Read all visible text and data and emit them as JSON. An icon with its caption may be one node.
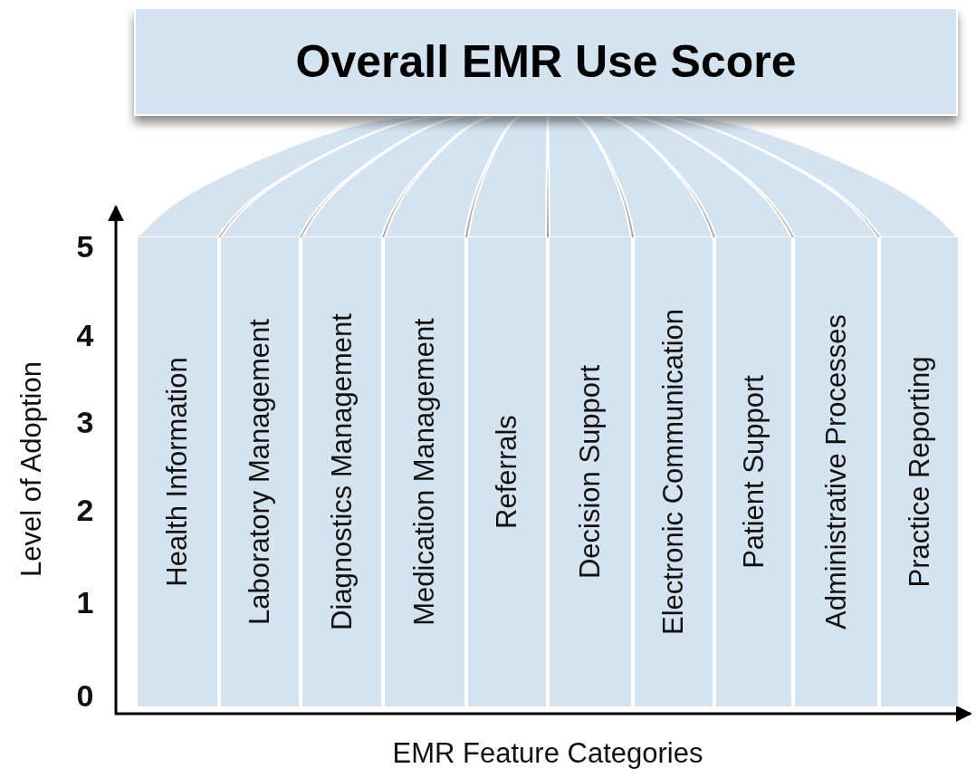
{
  "diagram": {
    "nodes": [
      {
        "text": [
          "Overall EMR Use Score"
        ]
      },
      {
        "text": [
          "Health Information"
        ]
      },
      {
        "text": [
          "Laboratory Management"
        ]
      },
      {
        "text": [
          "Diagnostics Management"
        ]
      },
      {
        "text": [
          "Medication Management"
        ]
      },
      {
        "text": [
          "Referrals"
        ]
      },
      {
        "text": [
          "Decision Support"
        ]
      },
      {
        "text": [
          "Electronic Communication"
        ]
      },
      {
        "text": [
          "Patient Support"
        ]
      },
      {
        "text": [
          "Administrative Processes"
        ]
      },
      {
        "text": [
          "Practice Reporting"
        ]
      }
    ],
    "edges": [
      {
        "from": 0,
        "to": 1,
        "arrow": "none"
      },
      {
        "from": 0,
        "to": 2,
        "arrow": "none"
      },
      {
        "from": 0,
        "to": 3,
        "arrow": "none"
      },
      {
        "from": 0,
        "to": 4,
        "arrow": "none"
      },
      {
        "from": 0,
        "to": 5,
        "arrow": "none"
      },
      {
        "from": 0,
        "to": 6,
        "arrow": "none"
      },
      {
        "from": 0,
        "to": 7,
        "arrow": "none"
      },
      {
        "from": 0,
        "to": 8,
        "arrow": "none"
      },
      {
        "from": 0,
        "to": 9,
        "arrow": "none"
      },
      {
        "from": 0,
        "to": 10,
        "arrow": "none"
      }
    ],
    "labels": [
      "5",
      "4",
      "3",
      "2",
      "1",
      "0",
      "Level of Adoption",
      "EMR Feature Categories"
    ]
  }
}
